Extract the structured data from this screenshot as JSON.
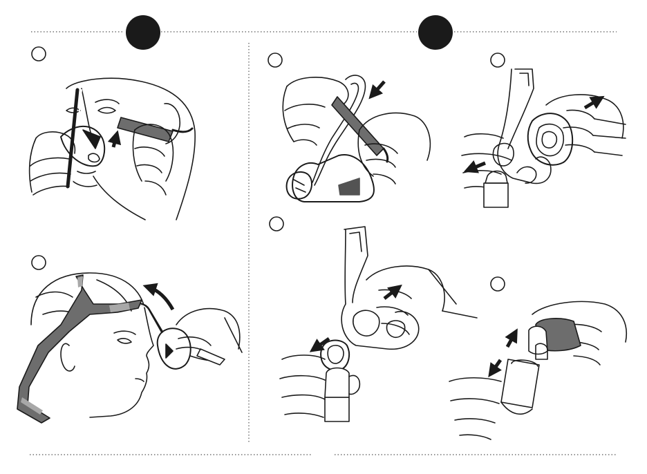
{
  "sections": [
    {
      "id": "removing-the-mask",
      "number": ""
    },
    {
      "id": "disassembly",
      "number": ""
    }
  ],
  "steps": [
    {
      "id": "step-1",
      "number": ""
    },
    {
      "id": "step-2",
      "number": ""
    },
    {
      "id": "step-3",
      "number": ""
    },
    {
      "id": "step-4",
      "number": ""
    },
    {
      "id": "step-5",
      "number": ""
    },
    {
      "id": "step-6",
      "number": ""
    }
  ],
  "footer": {
    "left": "",
    "right": ""
  },
  "colors": {
    "line": "#1a1a1a",
    "strap": "#6d6d6d",
    "strap_light": "#a8a8a8",
    "badge": "#1a1a1a"
  }
}
